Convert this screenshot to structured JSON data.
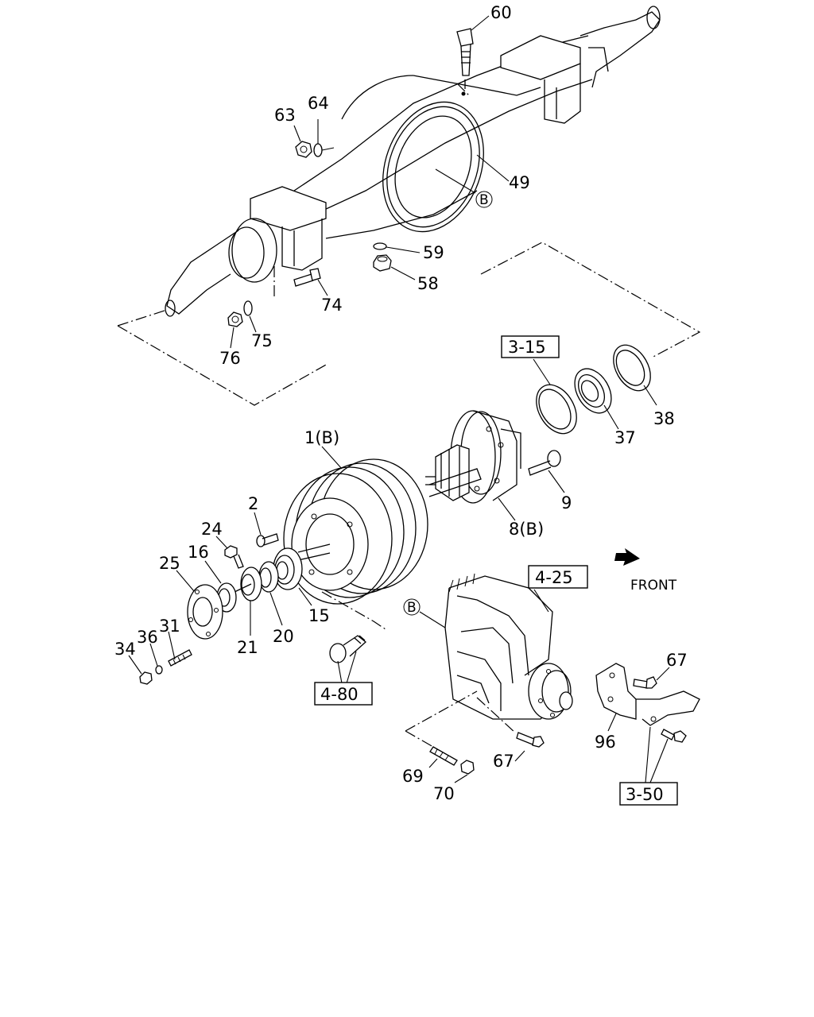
{
  "callouts": {
    "c60": "60",
    "c63": "63",
    "c64": "64",
    "c49": "49",
    "c59": "59",
    "c58": "58",
    "c74": "74",
    "c75": "75",
    "c76": "76",
    "c38": "38",
    "c37": "37",
    "c1": "1(B)",
    "c8": "8(B)",
    "c9": "9",
    "c2": "2",
    "c24": "24",
    "c16": "16",
    "c25": "25",
    "c31": "31",
    "c36": "36",
    "c34": "34",
    "c21": "21",
    "c20": "20",
    "c15": "15",
    "c67a": "67",
    "c67b": "67",
    "c96": "96",
    "c69": "69",
    "c70": "70"
  },
  "refs": {
    "r315": "3-15",
    "r425": "4-25",
    "r480": "4-80",
    "r350": "3-50"
  },
  "circled": {
    "b1": "B",
    "b2": "B"
  },
  "front_label": "FRONT"
}
